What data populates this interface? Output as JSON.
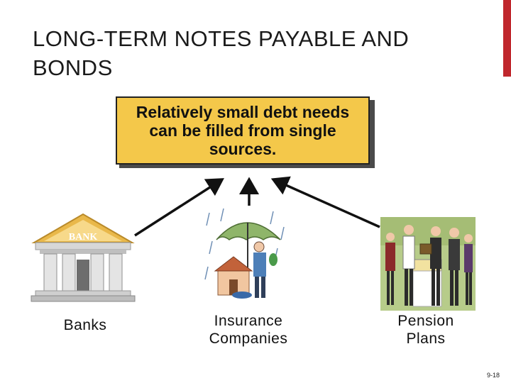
{
  "slide": {
    "title": "LONG-TERM NOTES PAYABLE AND BONDS",
    "callout": "Relatively small debt needs can be filled from single sources.",
    "sources": [
      {
        "label": "Banks",
        "icon": "bank-building-icon",
        "sign": "BANK"
      },
      {
        "label": "Insurance Companies",
        "icon": "insurance-umbrella-icon"
      },
      {
        "label": "Pension Plans",
        "icon": "pension-people-icon"
      }
    ],
    "slide_number": "9-18"
  },
  "colors": {
    "accent": "#c0272d",
    "callout_fill": "#f4c84a",
    "bank_gold": "#e9b84a"
  }
}
